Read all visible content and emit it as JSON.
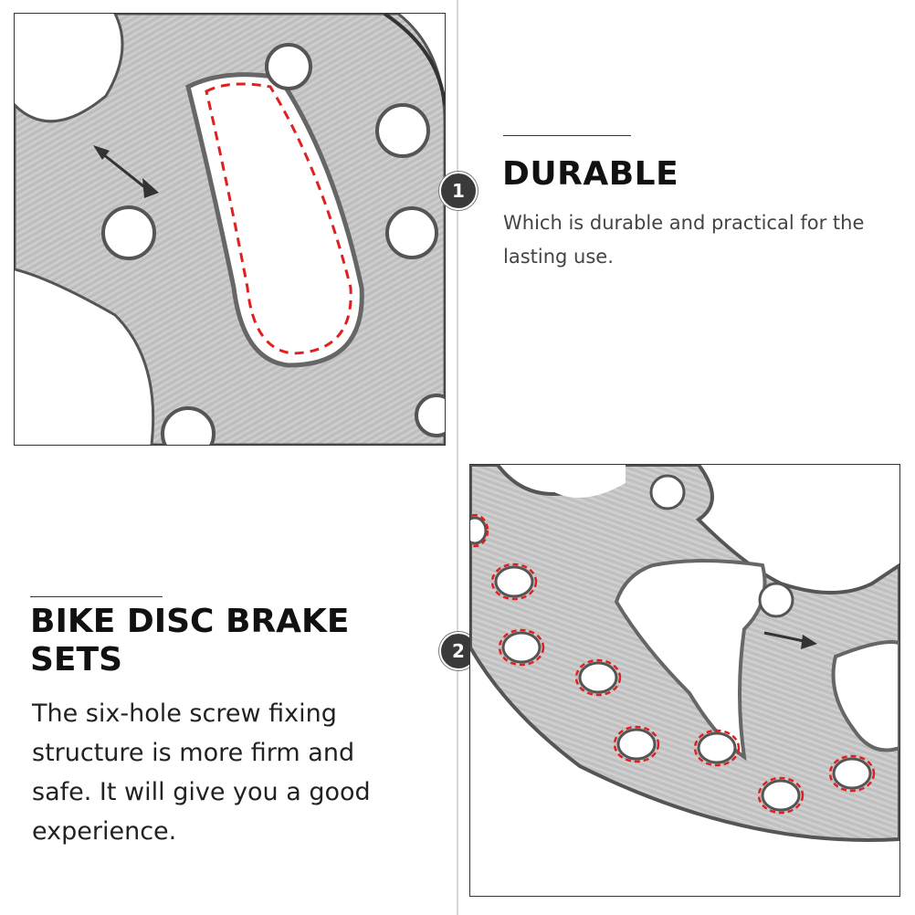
{
  "features": [
    {
      "number": "1",
      "title": "DURABLE",
      "description": "Which is durable and practical for the lasting use.",
      "image_label": "brake disc close-up with dashed outline around cut-out"
    },
    {
      "number": "2",
      "title": "BIKE DISC BRAKE SETS",
      "description": "The six-hole screw fixing structure is more firm and safe. It will give you a good experience.",
      "image_label": "brake disc edge with dashed outlines around holes"
    }
  ],
  "colors": {
    "metal": "#c9c9c9",
    "metal_dark": "#8a8a8a",
    "highlight_dash": "#e02020",
    "badge": "#3a3a3a"
  }
}
